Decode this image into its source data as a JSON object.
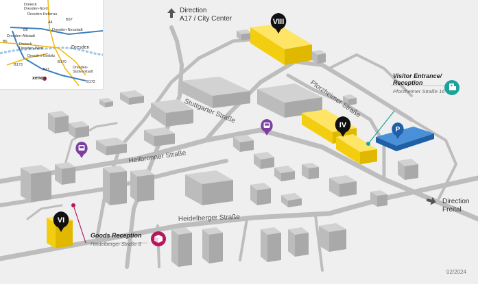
{
  "inset": {
    "labels": {
      "dreieck_dresden_nord": "Dreieck\nDresden-Nord",
      "dresden_hellerau": "Dresden-Hellerau",
      "b97": "B97",
      "a4": "A4",
      "dresden_neustadt": "Dresden-Neustadt",
      "dresden_altstadt": "Dresden-Altstadt",
      "b6_top": "B6",
      "b6_left": "B6",
      "dreieck_dresden_west": "Dreieck\nDresden-West",
      "dresden": "Dresden",
      "dresden_gorbitz": "Dresden-Gorbitz",
      "b173": "B173",
      "b170": "B170",
      "dresden_suedvorstadt": "Dresden-\nSüdvorstadt",
      "a17": "A17",
      "b172": "B172",
      "xenon_logo": "xenon"
    },
    "colors": {
      "autobahn": "#3a7fc1",
      "bundesstrasse": "#f2b705",
      "river": "#9cc3e6",
      "marker": "#c0264b"
    }
  },
  "directions": {
    "north": {
      "line1": "Direction",
      "line2": "A17 / City Center"
    },
    "freital": {
      "line1": "Direction",
      "line2": "Freital"
    }
  },
  "streets": {
    "stuttgarter": "Stuttgarter Straße",
    "heilbronner": "Heilbronner Straße",
    "heidelberger": "Heidelberger Straße",
    "pforzheimer": "Pforzheimer Straße"
  },
  "buildings": {
    "viii": "VIII",
    "iv": "IV",
    "vi": "VI"
  },
  "parking": {
    "label": "P"
  },
  "visitor_entrance": {
    "title_line1": "Visitor Entrance/",
    "title_line2": "Reception",
    "address": "Pforzheimer Straße 16",
    "icon": "reception-desk-icon",
    "color": "#1aa39a"
  },
  "goods_reception": {
    "title": "Goods Reception",
    "address": "Heidelberger Straße 8",
    "icon": "package-icon",
    "color": "#b5175e"
  },
  "bus_stop_icon": "bus-icon",
  "bus_color": "#7b3fa0",
  "date_stamp": "02/2024",
  "colors": {
    "highlight_building": "#ffd21f",
    "parking": "#2f78c4",
    "background": "#efefef"
  }
}
